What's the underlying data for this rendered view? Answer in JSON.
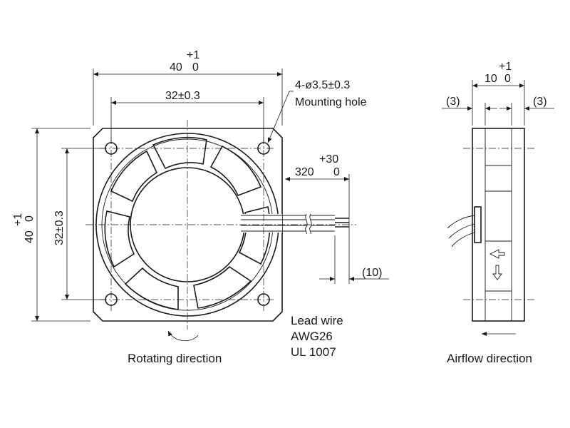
{
  "front_view": {
    "dim_width_main": "40",
    "dim_width_tol_plus": "+1",
    "dim_width_tol_minus": "0",
    "dim_hole_pitch": "32±0.3",
    "dim_height_main": "40",
    "dim_height_tol_plus": "+1",
    "dim_height_tol_minus": "0",
    "dim_hole_pitch_vertical": "32±0.3",
    "mounting_hole_spec": "4-ø3.5±0.3",
    "mounting_hole_label": "Mounting hole",
    "rotating_label": "Rotating direction"
  },
  "lead_wire": {
    "length_main": "320",
    "length_tol_plus": "+30",
    "length_tol_minus": "0",
    "strip_length": "(10)",
    "spec_line1": "Lead wire",
    "spec_line2": "AWG26",
    "spec_line3": "UL 1007"
  },
  "side_view": {
    "thickness_main": "10",
    "thickness_tol_plus": "+1",
    "thickness_tol_minus": "0",
    "left_offset": "(3)",
    "right_offset": "(3)",
    "airflow_label": "Airflow direction"
  },
  "colors": {
    "line": "#1a1a1a",
    "background": "#ffffff"
  }
}
